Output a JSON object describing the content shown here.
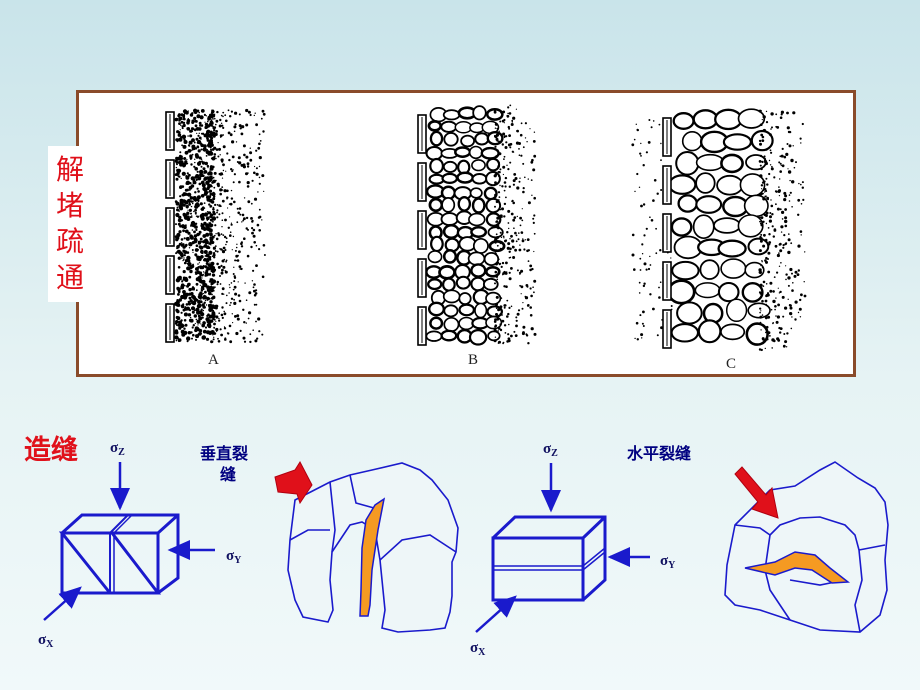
{
  "side_title": [
    "解",
    "堵",
    "疏",
    "通"
  ],
  "samples": [
    {
      "label": "A"
    },
    {
      "label": "B"
    },
    {
      "label": "C"
    }
  ],
  "section_title": "造缝",
  "fracture_vertical": {
    "line1": "垂直裂",
    "line2": "缝"
  },
  "fracture_horizontal": "水平裂缝",
  "stress": {
    "sz_symbol": "σ",
    "sz_sub": "Z",
    "sy_symbol": "σ",
    "sy_sub": "Y",
    "sx_symbol": "σ",
    "sx_sub": "X"
  },
  "colors": {
    "title_red": "#e0101a",
    "frame_brown": "#8a4b2a",
    "label_navy": "#000080",
    "line_blue": "#1a1acc",
    "crack_orange": "#f59a22",
    "arrow_red": "#e0101a"
  }
}
